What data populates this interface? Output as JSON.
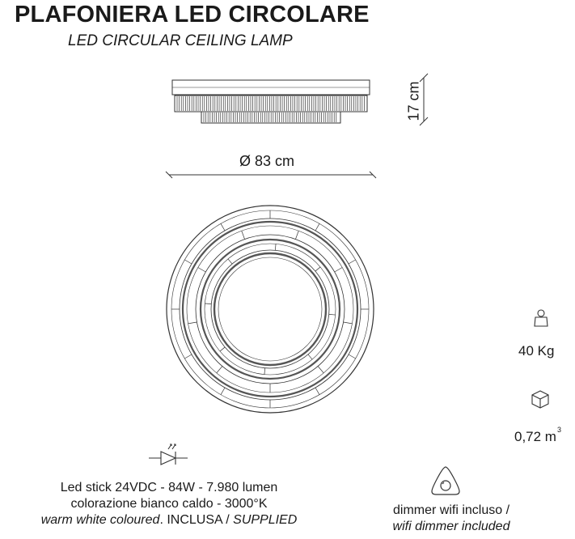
{
  "header": {
    "title": "PLAFONIERA LED CIRCOLARE",
    "subtitle": "LED CIRCULAR CEILING LAMP"
  },
  "dimensions": {
    "height": "17 cm",
    "diameter": "Ø 83 cm"
  },
  "specs": {
    "weight": "40 Kg",
    "volume_value": "0,72 m",
    "volume_exp": "3"
  },
  "led": {
    "line1": "Led stick 24VDC - 84W - 7.980 lumen",
    "line2": "colorazione bianco caldo - 3000°K",
    "line3_italic": "warm white coloured",
    "line3_mid": ". INCLUSA / ",
    "line3_italic2": "SUPPLIED"
  },
  "dimmer": {
    "line1": "dimmer wifi incluso /",
    "line2": "wifi dimmer included"
  },
  "icons": {
    "weight": "weight-icon",
    "volume": "box-cube-icon",
    "led": "led-diode-icon",
    "dimmer": "dimmer-icon"
  },
  "colors": {
    "text": "#1a1a1a",
    "line": "#333333"
  }
}
